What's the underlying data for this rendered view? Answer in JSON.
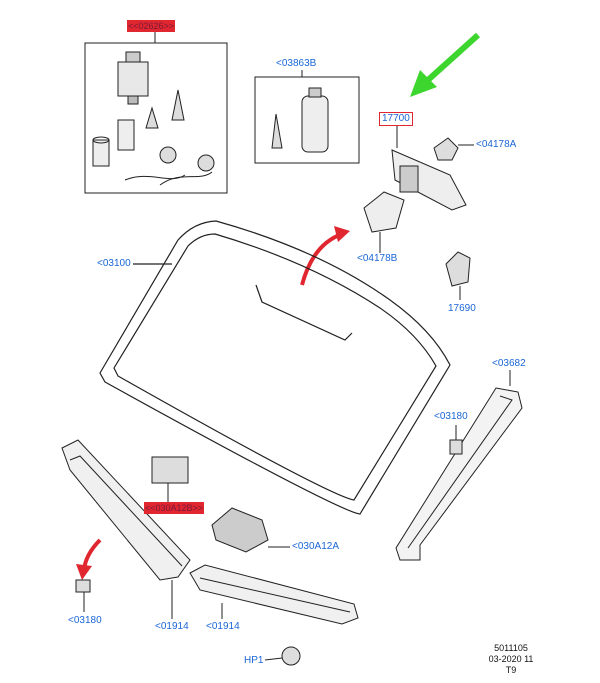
{
  "callouts": {
    "kit_top": "<<02626>>",
    "urethane_kit": "<03863B",
    "mirror": "17700",
    "mirror_clip": "<04178A",
    "mirror_cover": "<04178B",
    "sensor_cover": "17690",
    "windshield": "<03100",
    "a_pillar": "<03682",
    "pillar_clip": "<03180",
    "seal_part": "<<030A12B>>",
    "bracket": "<030A12A",
    "cowl_clip": "<03180",
    "cowl_left": "<01914",
    "cowl_right": "<01914",
    "push_pin": "HP1"
  },
  "footer": {
    "line1": "5011105",
    "line2": "03-2020 11",
    "line3": "T9"
  },
  "colors": {
    "callout_text": "#1a66d6",
    "highlight": "#e0262f",
    "green_arrow": "#3dd62e",
    "red_arrow": "#e0262f"
  }
}
